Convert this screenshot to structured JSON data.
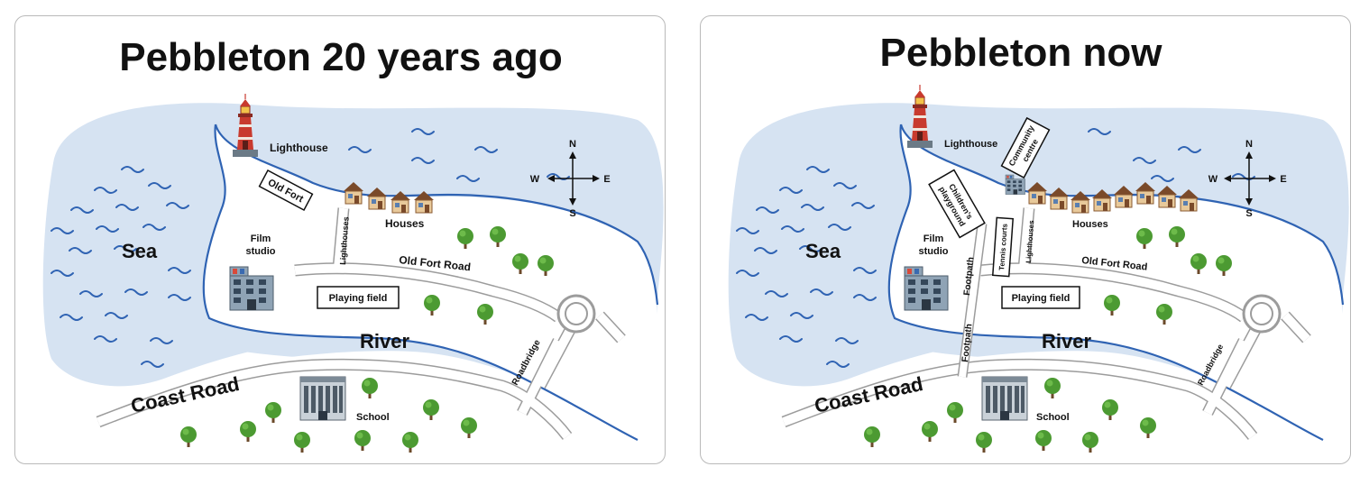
{
  "maps": [
    {
      "title": "Pebbleton 20 years ago",
      "labels": {
        "sea": "Sea",
        "river": "River",
        "coast_road": "Coast Road",
        "lighthouse": "Lighthouse",
        "old_fort": "Old Fort",
        "houses": "Houses",
        "film_studio": "Film studio",
        "lighthouses_lane": "Lighthouses",
        "old_fort_road": "Old Fort Road",
        "playing_field": "Playing field",
        "roadbridge": "Roadbridge",
        "school": "School"
      },
      "compass": {
        "n": "N",
        "s": "S",
        "e": "E",
        "w": "W"
      }
    },
    {
      "title": "Pebbleton now",
      "labels": {
        "sea": "Sea",
        "river": "River",
        "coast_road": "Coast Road",
        "lighthouse": "Lighthouse",
        "community_centre": "Community centre",
        "childrens_playground": "Children's playground",
        "tennis_courts": "Tennis courts",
        "houses": "Houses",
        "film_studio": "Film studio",
        "footpath": "Footpath",
        "lighthouses_lane": "Lighthouses",
        "old_fort_road": "Old Fort Road",
        "playing_field": "Playing field",
        "roadbridge": "Roadbridge",
        "school": "School"
      },
      "compass": {
        "n": "N",
        "s": "S",
        "e": "E",
        "w": "W"
      }
    }
  ],
  "colors": {
    "water": "#d6e3f2",
    "coastline": "#2f63b3",
    "wave": "#2f63b3",
    "road_fill": "#ffffff",
    "road_edge": "#9c9c9c",
    "lighthouse": "#c83a2e",
    "tree": "#4c9a32"
  },
  "icons": [
    "lighthouse-icon",
    "house-icon",
    "building-icon",
    "school-icon",
    "tree-icon",
    "compass-icon",
    "wave-icon"
  ]
}
